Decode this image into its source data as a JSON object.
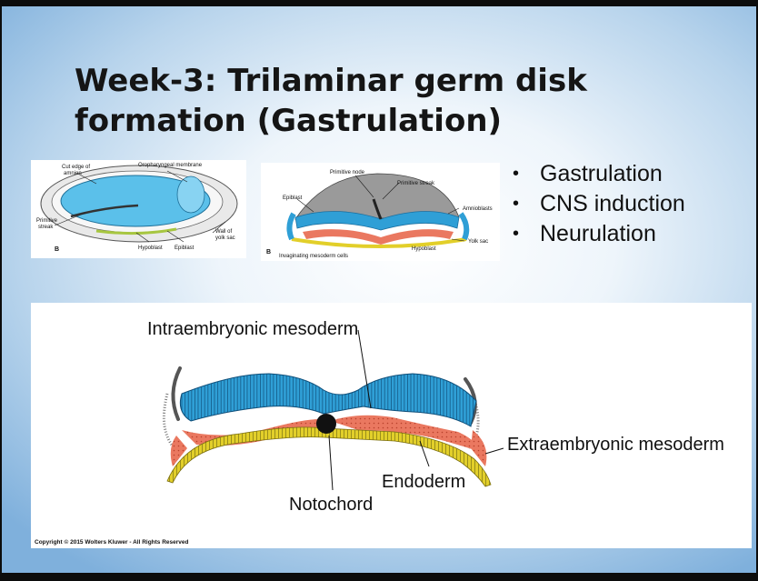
{
  "title": "Week-3: Trilaminar germ disk formation (Gastrulation)",
  "bullets": [
    "Gastrulation",
    "CNS induction",
    "Neurulation"
  ],
  "diagram_a": {
    "labels": {
      "cut_edge": "Cut edge of\namnion",
      "oropharyngeal": "Oropharyngeal membrane",
      "primitive_streak": "Primitive\nstreak",
      "hypoblast": "Hypoblast",
      "epiblast": "Epiblast",
      "wall_yolk_sac": "Wall of\nyolk sac",
      "letter": "B"
    }
  },
  "diagram_b": {
    "labels": {
      "primitive_node": "Primitive node",
      "primitive_streak": "Primitive streak",
      "epiblast": "Epiblast",
      "amnioblasts": "Amnioblasts",
      "yolk_sac": "Yolk sac",
      "hypoblast": "Hypoblast",
      "invaginating": "Invaginating mesoderm cells",
      "letter": "B"
    }
  },
  "diagram_main": {
    "labels": {
      "intraembryonic": "Intraembryonic mesoderm",
      "extraembryonic": "Extraembryonic mesoderm",
      "endoderm": "Endoderm",
      "notochord": "Notochord",
      "copyright": "Copyright © 2015 Wolters Kluwer - All Rights Reserved"
    }
  },
  "colors": {
    "ectoderm_blue": "#2f9fd6",
    "mesoderm_salmon": "#ea7860",
    "endoderm_yellow": "#e2cf2a",
    "cavity_blue": "#5bc0ea"
  }
}
